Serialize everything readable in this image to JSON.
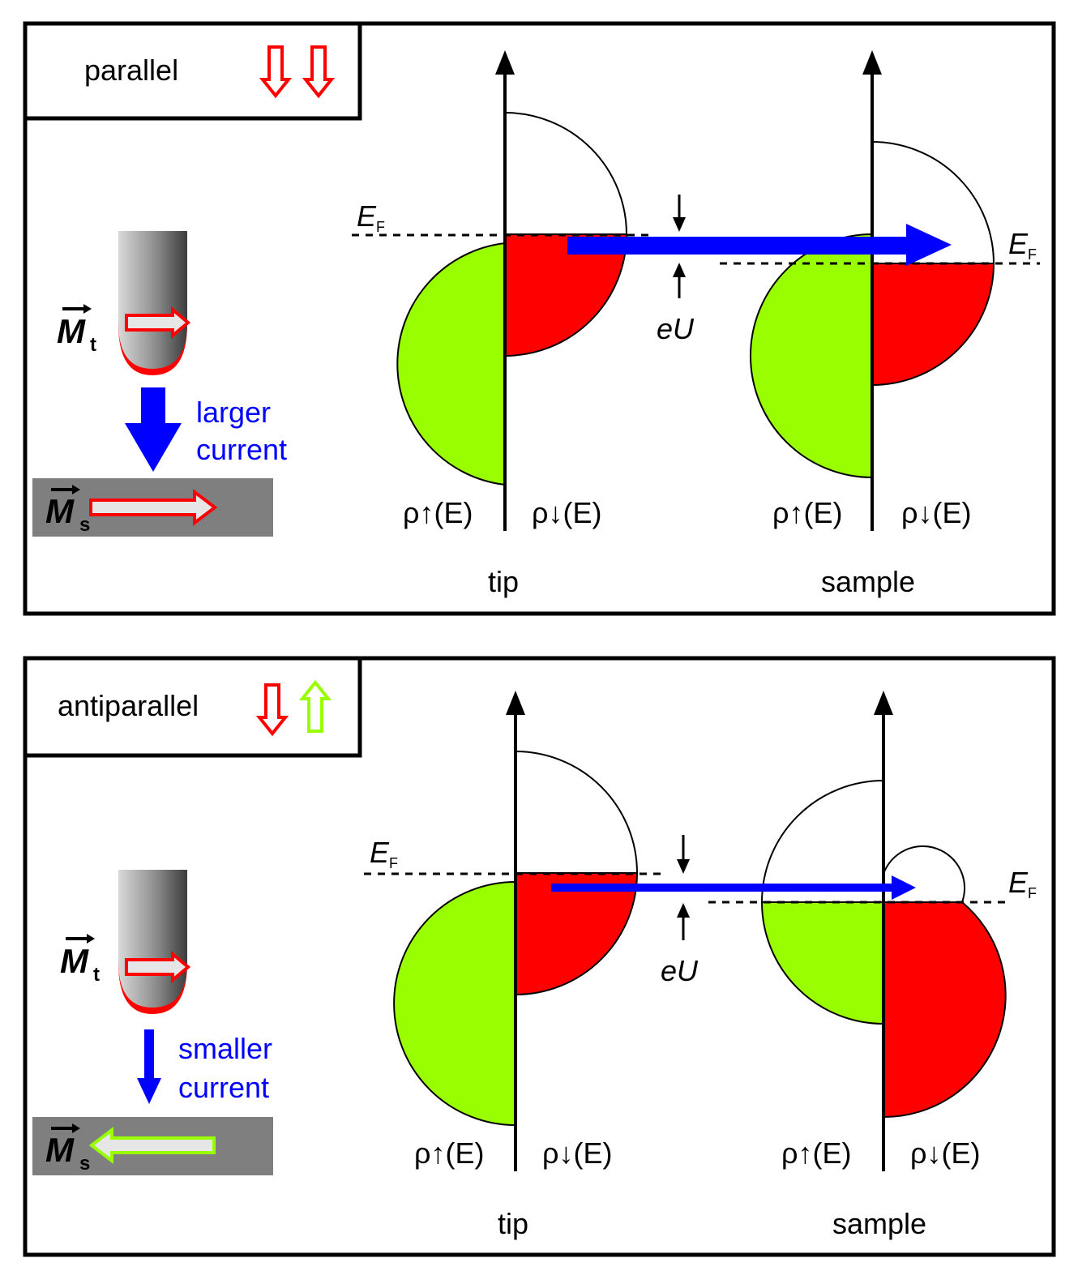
{
  "colors": {
    "spin_up": "#99ff00",
    "spin_down": "#ff0000",
    "current": "#0000ff",
    "frame": "#000000",
    "substrate": "#7f7f7f"
  },
  "panels": [
    {
      "title": "parallel",
      "current_label_line1": "larger",
      "current_label_line2": "current",
      "fermi_tip": "E",
      "fermi_sample": "E",
      "fermi_sub": "F",
      "bias": "eU",
      "tip_label": "tip",
      "sample_label": "sample",
      "rho_up": "ρ↑(E)",
      "rho_down": "ρ↓(E)",
      "m_tip": "M",
      "m_tip_sub": "t",
      "m_sample": "M",
      "m_sample_sub": "s",
      "tip_spin": "down",
      "sample_spin": "down",
      "current_strength": "larger"
    },
    {
      "title": "antiparallel",
      "current_label_line1": "smaller",
      "current_label_line2": "current",
      "fermi_tip": "E",
      "fermi_sample": "E",
      "fermi_sub": "F",
      "bias": "eU",
      "tip_label": "tip",
      "sample_label": "sample",
      "rho_up": "ρ↑(E)",
      "rho_down": "ρ↓(E)",
      "m_tip": "M",
      "m_tip_sub": "t",
      "m_sample": "M",
      "m_sample_sub": "s",
      "tip_spin": "down",
      "sample_spin": "up",
      "current_strength": "smaller"
    }
  ]
}
